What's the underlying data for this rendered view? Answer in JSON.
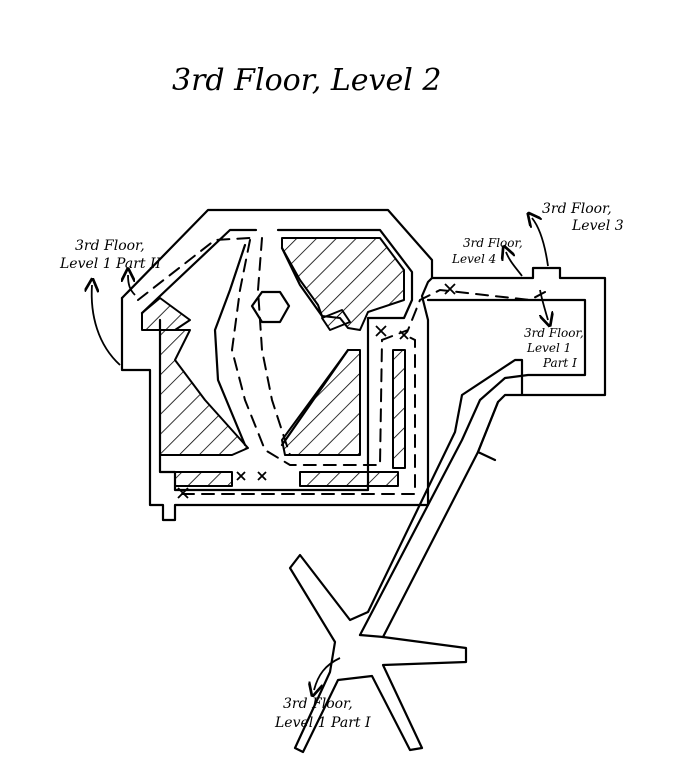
{
  "title": "3rd Floor, Level 2",
  "labels": {
    "level1_part2_line1": "3rd Floor,",
    "level1_part2_line2": "Level 1 Part II",
    "level4_line1": "3rd Floor,",
    "level4_line2": "Level 4",
    "level3_line1": "3rd Floor,",
    "level3_line2": "Level 3",
    "level1_right_line1": "3rd Floor,",
    "level1_right_line2": "Level 1",
    "level1_right_line3": "Part I",
    "level1_bottom_line1": "3rd Floor,",
    "level1_bottom_line2": "Level 1 Part I"
  },
  "marks": {
    "x": "x"
  }
}
